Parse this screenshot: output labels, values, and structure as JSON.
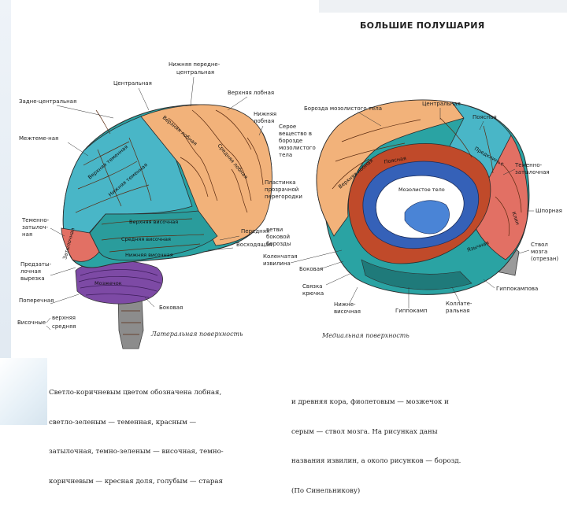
{
  "title": "БОЛЬШИЕ ПОЛУШАРИЯ",
  "lateral": {
    "caption": "Латеральная поверхность",
    "labels": [
      "Задне-центральная",
      "Центральная",
      "Нижняя передне-",
      "центральная",
      "Верхняя лобная",
      "Нижняя",
      "лобная",
      "Межтеме-ная",
      "Теменно-",
      "затылоч-",
      "ная",
      "Предзаты-",
      "лочная",
      "вырезка",
      "Поперечная",
      "Височные",
      "верхняя",
      "средняя",
      "Боковая",
      "Передняя",
      "Восходящая",
      "Серое",
      "вещество в",
      "борозде",
      "мозолистого",
      "тела",
      "Пластинка",
      "прозрачной",
      "перегородки",
      "ветви",
      "боковой",
      "борозды"
    ],
    "inner": [
      "Верхняя лобная",
      "Средняя лобная",
      "Верхняя теменная",
      "Нижняя теменная",
      "Верхняя височная",
      "Средняя височная",
      "Нижняя височная",
      "Мозжечок",
      "Затылочная"
    ]
  },
  "medial": {
    "caption": "Медиальная поверхность",
    "labels": [
      "Борозда мозолистого тела",
      "Центральная",
      "Поясная",
      "Теменно-",
      "затылочная",
      "Шпорная",
      "Ствол",
      "мозга",
      "(отрезан)",
      "Гиппокампова",
      "Коллате-",
      "ральная",
      "Гиппокамп",
      "Нижне-",
      "височная",
      "Связка",
      "крючка",
      "Боковая",
      "Коленчатая",
      "извилина"
    ],
    "inner": [
      "Верхняя лобная",
      "Мозолистое тело",
      "Поясная",
      "Клин",
      "Предклинье",
      "Язычная"
    ]
  },
  "description": {
    "left": [
      "Светло-коричневым цветом обозначена лобная,",
      "светло-зеленым — теменная, красным —",
      "затылочная, темно-зеленым — височная, темно-",
      "коричневым — кресная доля, голубым — старая"
    ],
    "right": [
      "и древняя кора, фиолетовым — мозжечок и",
      "серым — ствол мозга. На рисунках даны",
      "названия извилин, а около рисунков — борозд.",
      "(По Синельникову)"
    ]
  },
  "colors": {
    "frontal": "#f2b27a",
    "parietal": "#49b6c7",
    "occipital": "#e27064",
    "temporal": "#2aa3a3",
    "cerebellum": "#7d4aa5",
    "stem": "#8a8a8a",
    "callosum": "#3561b8",
    "insular": "#b5442a"
  }
}
